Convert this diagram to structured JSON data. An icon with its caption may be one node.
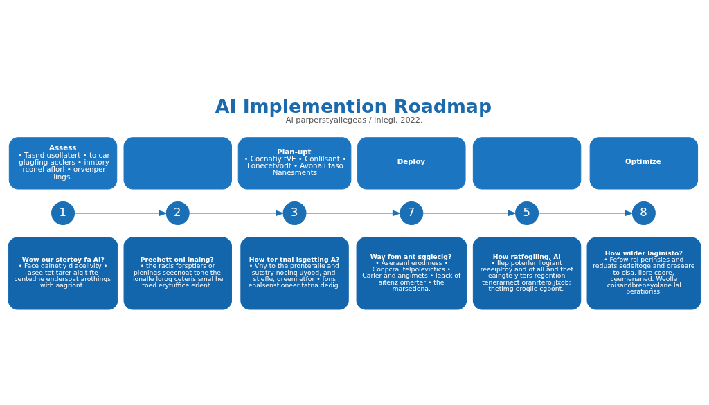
{
  "diagram": {
    "title": "AI Implemention Roadmap",
    "caption": "AI parperstyallegeas / Iniegi, 2022.",
    "nodes": [
      {
        "text": [
          "Assess",
          "• Tasnd usollatert • to car glugfing acclers • inntory rconel aflorl • orvenper lings."
        ]
      },
      {
        "text": [],
        "shape": "box"
      },
      {
        "text": [
          "Plan-upt",
          "• Cocnatiy tVE • Conlilsant • Lonecetvodt • Avonaii taso Nanesments"
        ]
      },
      {
        "text": [
          "Deploy"
        ]
      },
      {
        "text": [],
        "shape": "box"
      },
      {
        "text": [
          "Optimize"
        ]
      },
      {
        "text": [
          "1"
        ]
      },
      {
        "text": [
          "2"
        ]
      },
      {
        "text": [
          "3"
        ]
      },
      {
        "text": [
          "7"
        ]
      },
      {
        "text": [
          "5"
        ]
      },
      {
        "text": [
          "8"
        ]
      },
      {
        "text": [
          "Wow our stertoy fa AI?",
          "• Face dalnetly d acelivity • asee tet tarer algit fte centedne endersoat arothings with aagriont."
        ]
      },
      {
        "text": [
          "Preehett onl Inaing?",
          "• the racls forsptiers or pienings seecnoat tone the ionalle lorog ceteris smal he toed erytuffice erlent."
        ]
      },
      {
        "text": [
          "How tor tnal lsgetting A?",
          "• Vny to the pronteralle and sutstry nocing uyood, and stiefle, greeni etfor • fons enalsenstioneer tatna dedig."
        ]
      },
      {
        "text": [
          "Way fom ant sgglecig?",
          "• Aseraanl erodiness • Conpcral telpolevictics • Carler and angimets • leack of aitenz omerter • the marsetlena."
        ]
      },
      {
        "text": [
          "How ratfogliing, AI",
          "• Ilep poterler llogiant reeeipltoy and of all and thet eaingte ylters regention tenerarnect oranrtero,jlxob; thetimg eroqlie cgpont."
        ]
      },
      {
        "text": [
          "How wilder laginisto?",
          "• Fefow rel perinsles and reduats sedeltoge and oreseare to cisa. Ilore coore, ceemenaned. Weolle coisandbreneyolane lal peratioriss."
        ]
      }
    ],
    "edges": [
      {
        "from": 6,
        "to": 7,
        "arrow": "to"
      },
      {
        "from": 7,
        "to": 8,
        "arrow": "to"
      },
      {
        "from": 8,
        "to": 9,
        "arrow": "to"
      },
      {
        "from": 9,
        "to": 10,
        "arrow": "to"
      },
      {
        "from": 10,
        "to": 11,
        "arrow": "to"
      }
    ]
  }
}
